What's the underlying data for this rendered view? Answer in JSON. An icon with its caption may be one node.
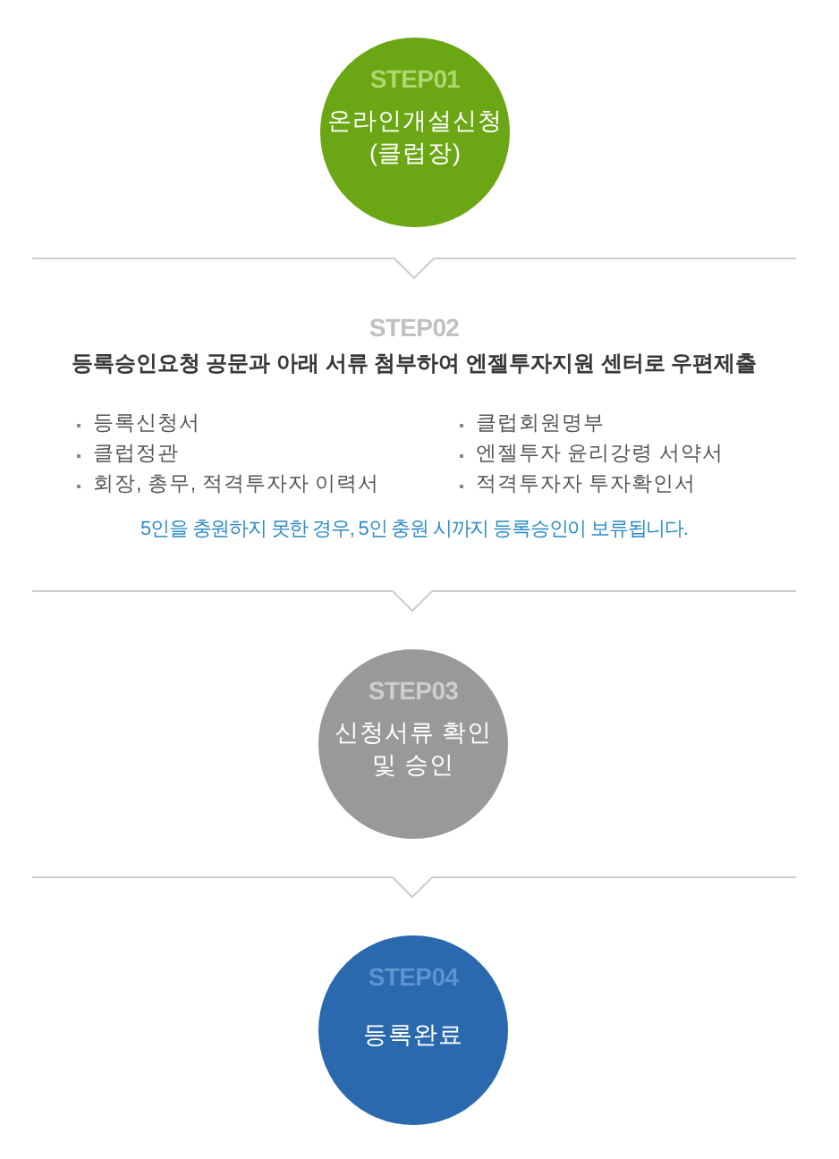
{
  "diagram": {
    "nodes": [
      {
        "text": [
          "STEP01",
          "온라인개설신청 (클럽장)"
        ]
      },
      {
        "text": [
          "STEP02",
          "등록승인요청 공문과 아래 서류 첨부하여 엔젤투자지원 센터로 우편제출",
          "등록신청서",
          "클럽정관",
          "회장, 총무, 적격투자자 이력서",
          "클럽회원명부",
          "엔젤투자 윤리강령 서약서",
          "적격투자자 투자확인서",
          "5인을 충원하지 못한 경우, 5인 충원 시까지 등록승인이 보류됩니다."
        ]
      },
      {
        "text": [
          "STEP03",
          "신청서류 확인 및 승인"
        ]
      },
      {
        "text": [
          "STEP04",
          "등록완료"
        ]
      }
    ],
    "edges": [
      {
        "from": 0,
        "to": 1,
        "arrow": "to"
      },
      {
        "from": 1,
        "to": 2,
        "arrow": "to"
      },
      {
        "from": 2,
        "to": 3,
        "arrow": "to"
      }
    ]
  }
}
